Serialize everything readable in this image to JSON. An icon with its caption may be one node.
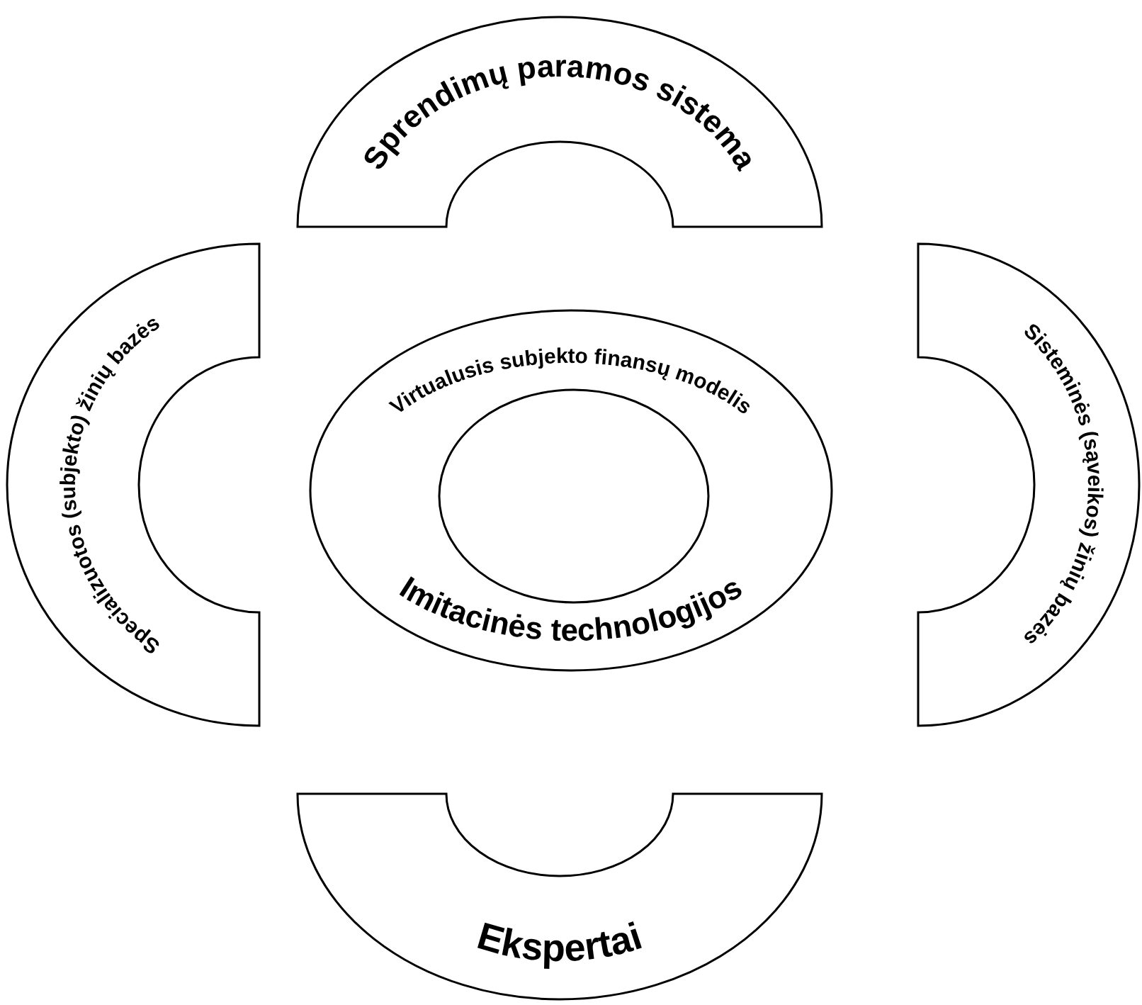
{
  "diagram": {
    "nodes": [
      {
        "text": [
          "Sprendimų paramos sistema"
        ]
      },
      {
        "text": [
          "Specializuotos (subjekto) žinių bazės"
        ]
      },
      {
        "text": [
          "Virtualusis subjekto finansų modelis",
          "Imitacinės technologijos"
        ]
      },
      {
        "text": [],
        "shape": "ellipse",
        "in": 2
      },
      {
        "text": [
          "Sisteminės (sąveikos) žinių bazės"
        ]
      },
      {
        "text": [
          "Ekspertai"
        ]
      }
    ]
  }
}
